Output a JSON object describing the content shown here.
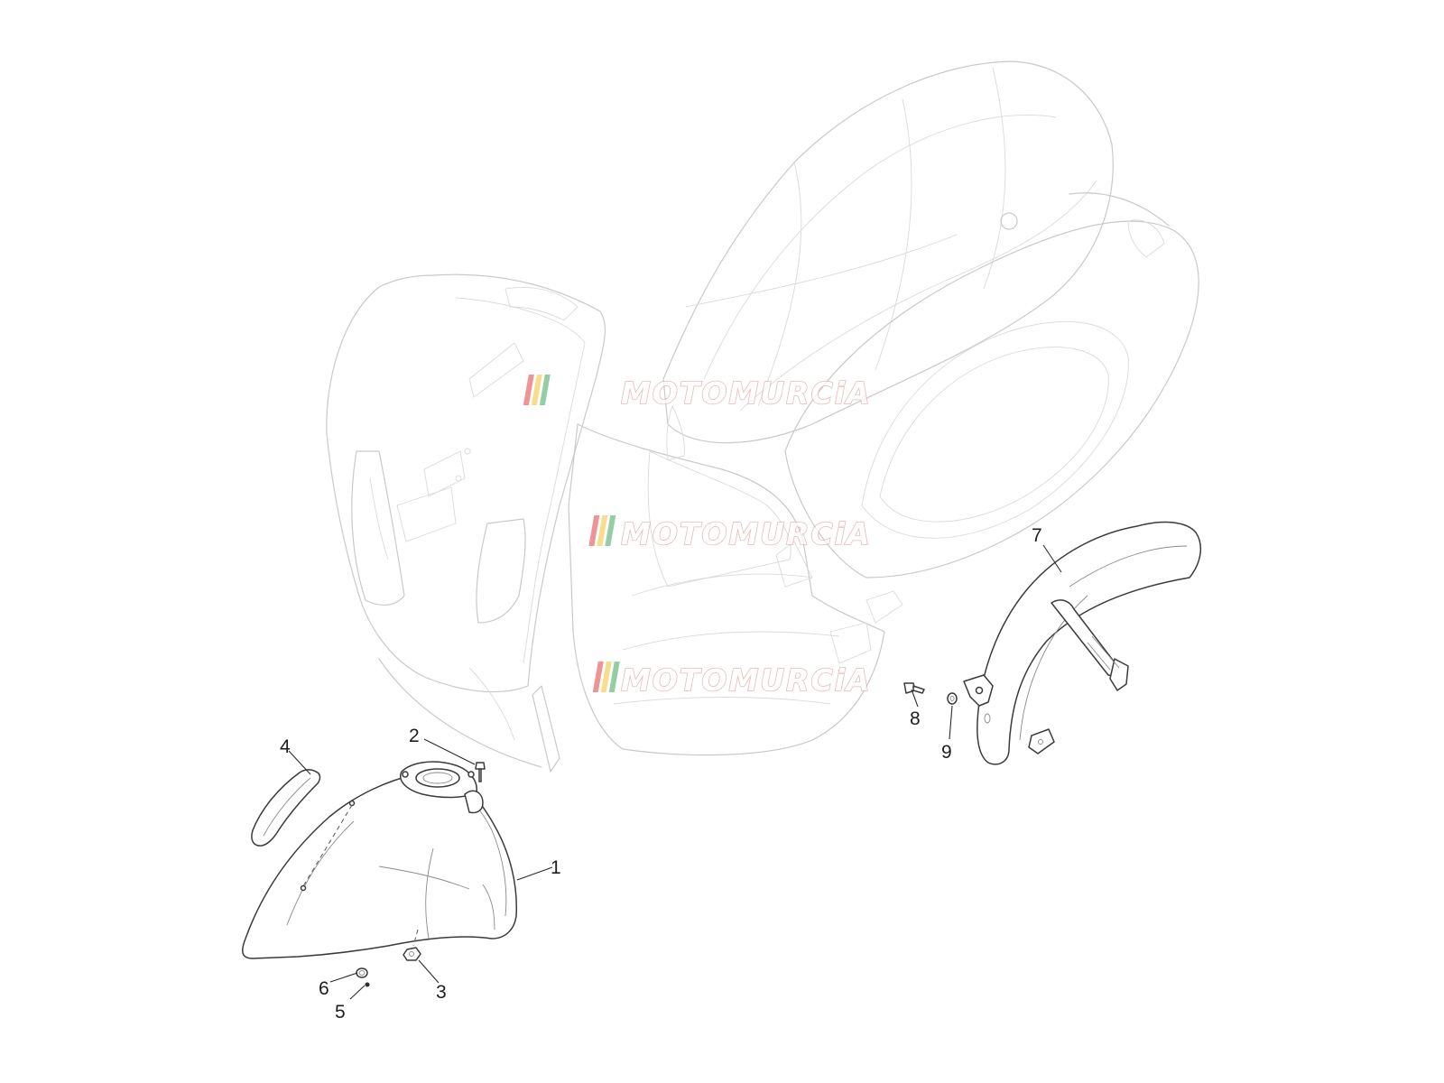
{
  "callouts": [
    {
      "id": "1",
      "label": "1"
    },
    {
      "id": "2",
      "label": "2"
    },
    {
      "id": "3",
      "label": "3"
    },
    {
      "id": "4",
      "label": "4"
    },
    {
      "id": "5",
      "label": "5"
    },
    {
      "id": "6",
      "label": "6"
    },
    {
      "id": "7",
      "label": "7"
    },
    {
      "id": "8",
      "label": "8"
    },
    {
      "id": "9",
      "label": "9"
    }
  ],
  "watermark": {
    "text": "MOTOMURCiA",
    "stripe_colors": [
      "#e23c3c",
      "#f2c22e",
      "#3aa55a"
    ],
    "text_outline_color": "#e39a9a"
  },
  "colors": {
    "ghost_body": "#c9c9c9",
    "parts": "#3a3a3a",
    "background": "#ffffff"
  }
}
